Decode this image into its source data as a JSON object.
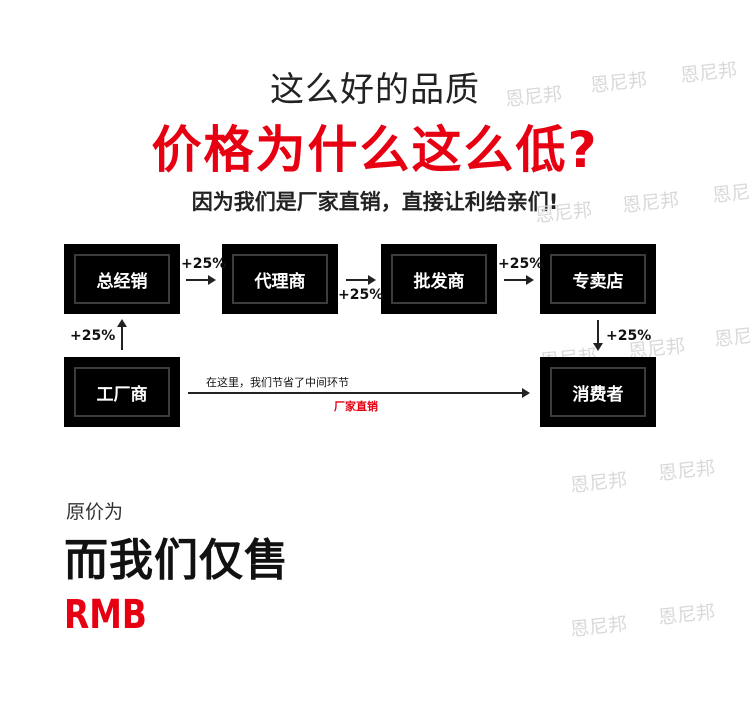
{
  "header": {
    "line1": "这么好的品质",
    "line2": "价格为什么这么低?",
    "line3": "因为我们是厂家直销，直接让利给亲们!"
  },
  "flow": {
    "nodes": {
      "general_agent": "总经销",
      "agent": "代理商",
      "wholesaler": "批发商",
      "store": "专卖店",
      "factory": "工厂商",
      "consumer": "消费者"
    },
    "markups": {
      "factory_to_general": "+25%",
      "general_to_agent": "+25%",
      "agent_to_wholesaler": "+25%",
      "wholesaler_to_store": "+25%",
      "store_to_consumer": "+25%"
    },
    "direct_note": "在这里，我们节省了中间环节",
    "direct_label": "厂家直销"
  },
  "price": {
    "original_label": "原价为",
    "our_label": "而我们仅售",
    "currency": "RMB"
  },
  "watermark": "恩尼邦",
  "colors": {
    "accent": "#e60012",
    "box": "#000000"
  }
}
